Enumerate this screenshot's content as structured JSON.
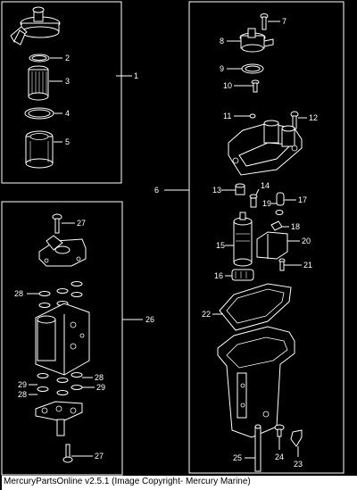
{
  "callouts": {
    "c1": "1",
    "c2": "2",
    "c3": "3",
    "c4": "4",
    "c5": "5",
    "c6": "6",
    "c7": "7",
    "c8": "8",
    "c9": "9",
    "c10": "10",
    "c11": "11",
    "c12": "12",
    "c13": "13",
    "c14": "14",
    "c15": "15",
    "c16": "16",
    "c17": "17",
    "c18": "18",
    "c19": "19",
    "c20": "20",
    "c21": "21",
    "c22": "22",
    "c23": "23",
    "c24": "24",
    "c25": "25",
    "c26": "26",
    "c27a": "27",
    "c27b": "27",
    "c28a": "28",
    "c28b": "28",
    "c28c": "28",
    "c29a": "29",
    "c29b": "29"
  },
  "footer": {
    "caption": "MercuryPartsOnline v2.5.1 (Image Copyright- Mercury Marine)"
  },
  "colors": {
    "background": "#000000",
    "lines": "#ffffff",
    "footer_bg": "#ffffff",
    "footer_text": "#000000"
  }
}
